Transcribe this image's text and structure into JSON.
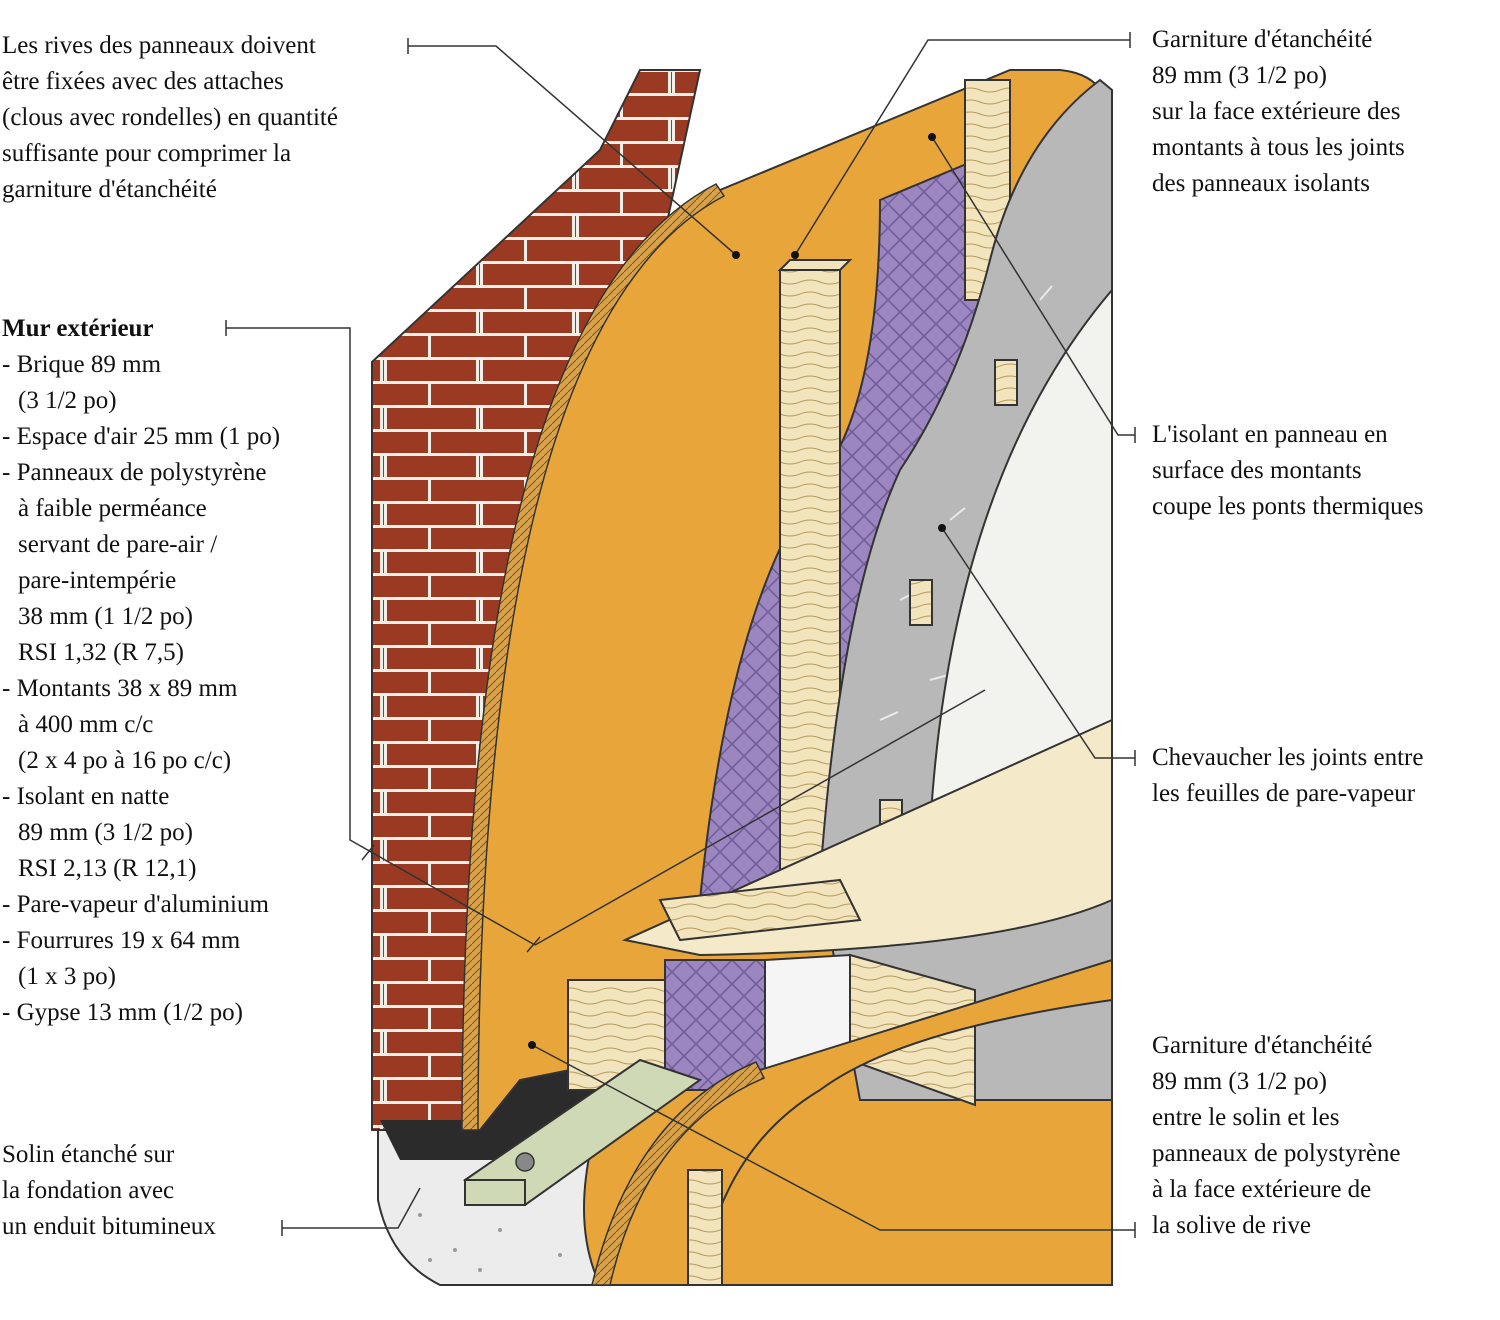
{
  "labels": {
    "panel_edges": [
      "Les rives des panneaux doivent",
      "être fixées avec des attaches",
      "(clous avec rondelles) en quantité",
      "suffisante pour comprimer la",
      "garniture d'étanchéité"
    ],
    "exterior_wall": {
      "heading": "Mur extérieur",
      "lines": [
        "- Brique 89 mm",
        " (3 1/2 po)",
        "- Espace d'air 25 mm (1 po)",
        "- Panneaux de polystyrène",
        " à faible perméance",
        " servant de pare-air /",
        " pare-intempérie",
        " 38 mm (1 1/2 po)",
        " RSI 1,32  (R 7,5)",
        "- Montants 38 x 89 mm",
        " à 400 mm c/c",
        " (2 x 4 po à 16 po c/c)",
        "- Isolant en natte",
        " 89 mm (3 1/2 po)",
        " RSI 2,13 (R 12,1)",
        "- Pare-vapeur d'aluminium",
        "- Fourrures 19 x 64 mm",
        " (1 x 3 po)",
        "- Gypse 13 mm (1/2 po)"
      ]
    },
    "flashing": [
      "Solin étanché sur",
      "la fondation avec",
      "un enduit bitumineux"
    ],
    "gasket_top": [
      "Garniture d'étanchéité",
      "89 mm (3 1/2 po)",
      "sur la face extérieure des",
      "montants à tous les joints",
      "des panneaux isolants"
    ],
    "insulation": [
      "L'isolant en panneau en",
      "surface des montants",
      "coupe les ponts thermiques"
    ],
    "overlap": [
      "Chevaucher les joints entre",
      "les feuilles de pare-vapeur"
    ],
    "gasket_bottom": [
      "Garniture d'étanchéité",
      "89 mm (3 1/2 po)",
      "entre le solin et les",
      "panneaux de polystyrène",
      "à la face extérieure de",
      "la solive de rive"
    ]
  },
  "colors": {
    "brick": "#9a3a22",
    "mortar": "#f2efe9",
    "rigid_board": "#e8a63a",
    "board_edge": "#b8843a",
    "batt_insulation": "#9b86c0",
    "vapour_barrier": "#b8b8b8",
    "wood": "#f2e4bd",
    "gypsum": "#f2f2ef",
    "bitumen": "#2b2b2b",
    "concrete": "#ececec",
    "sill_plate": "#cfd9b5"
  }
}
